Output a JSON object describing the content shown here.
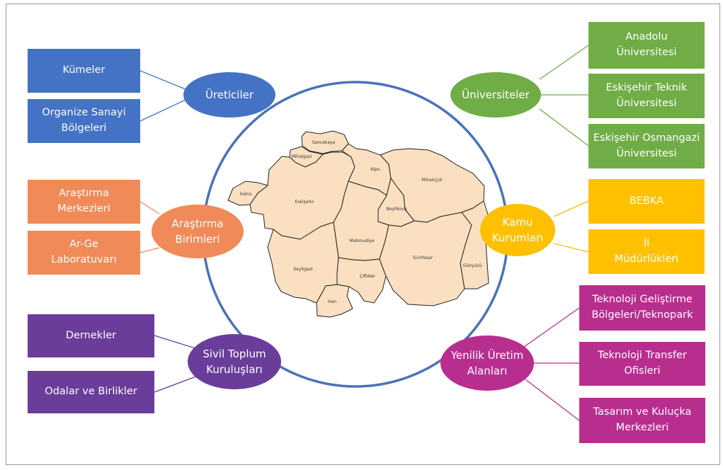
{
  "colors": {
    "ring": "#4a72b8",
    "blue": "#4472c4",
    "green": "#70ad47",
    "orange": "#f08a58",
    "gold": "#ffc000",
    "purple": "#6a3d9a",
    "magenta": "#b82e8f",
    "map_fill": "#fae0c0",
    "map_border": "#222222"
  },
  "hubs": {
    "ureticiler": "Üreticiler",
    "universiteler": "Üniversiteler",
    "arastirma": "Araştırma\nBirimleri",
    "kamu": "Kamu\nKurumları",
    "sivil": "Sivil Toplum\nKuruluşları",
    "yenilik": "Yenilik Üretim\nAlanları"
  },
  "boxes": {
    "kumeler": "Kümeler",
    "osb": "Organize Sanayi\nBölgeleri",
    "anadolu": "Anadolu\nÜniversitesi",
    "eskisehir_teknik": "Eskişehir Teknik\nÜniversitesi",
    "osmangazi": "Eskişehir Osmangazi\nÜniversitesi",
    "arastirma_merkezleri": "Araştırma\nMerkezleri",
    "arge": "Ar-Ge\nLaboratuvarı",
    "bebka": "BEBKA",
    "il_mudurlukleri": "İl\nMüdürlükleri",
    "dernekler": "Dernekler",
    "odalar": "Odalar ve Birlikler",
    "teknopark": "Teknoloji Geliştirme\nBölgeleri/Teknopark",
    "teknoloji_transfer": "Teknoloji Transfer\nOfisleri",
    "tasarim": "Tasarım ve Kuluçka\nMerkezleri"
  },
  "map": {
    "districts": {
      "sancakaya": "Sancakaya",
      "mihalgazi": "Mihalgazi",
      "alpu": "Alpu",
      "mihaliccik": "Mihalıççık",
      "inonu": "İnönü",
      "eskisehir": "Eskişehir",
      "beylikova": "Beylikova",
      "mahmudiye": "Mahmudiye",
      "seyitgazi": "Seyitgazi",
      "sivrihisar": "Sivrihisar",
      "gunyuzu": "Günyüzü",
      "ciftele": "Çifteler",
      "han": "Han"
    }
  }
}
